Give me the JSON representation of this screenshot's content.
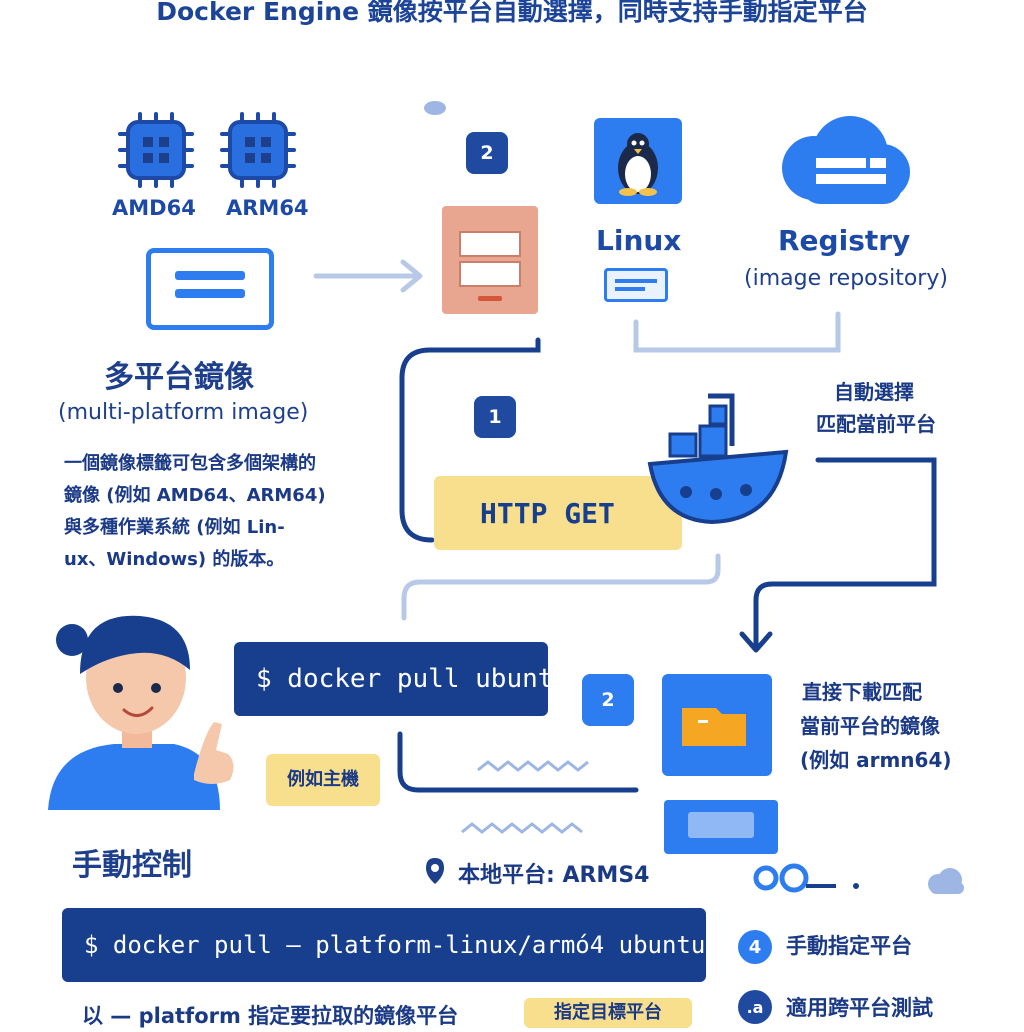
{
  "title": "Docker Engine 鏡像按平台自動選擇，同時支持手動指定平台",
  "chips": [
    {
      "label": "AMD64"
    },
    {
      "label": "ARM64"
    }
  ],
  "multi_platform": {
    "heading": "多平台鏡像",
    "subtitle": "(multi-platform image)",
    "desc_lines": [
      "一個鏡像標籤可包含多個架構的",
      "鏡像 (例如 AMD64、ARM64)",
      "與多種作業系統 (例如 Lin-",
      "ux、Windows) 的版本。"
    ]
  },
  "steps": {
    "step2_top": "2",
    "step1": "1",
    "step2_mid": "2",
    "step4": "4",
    "step_a": ".a"
  },
  "linux_label": "Linux",
  "registry": {
    "heading": "Registry",
    "subtitle": "(image repository)"
  },
  "http_get": "HTTP GET",
  "auto_select": [
    "自動選擇",
    "匹配當前平台"
  ],
  "cmd_pull": "$ docker pull ubuntu",
  "host_tag": "例如主機",
  "match_note": [
    "直接下載匹配",
    "當前平台的鏡像",
    "(例如 armn64)"
  ],
  "manual": {
    "heading": "手動控制",
    "platform_note": "本地平台: ARMS4",
    "cmd": "$ docker pull — platform-linux/armó4 ubuntu",
    "footer_left": "以 — platform 指定要拉取的鏡像平台",
    "footer_tag": "指定目標平台",
    "step4_text": "手動指定平台",
    "step_a_text": "適用跨平台測試"
  },
  "colors": {
    "navy": "#173f8e",
    "blue": "#2e7df0",
    "yellow": "#f7df8e",
    "salmon": "#e8a690",
    "light_line": "#b7c9e6"
  },
  "icons": [
    "cpu-chip-icon",
    "image-list-icon",
    "server-icon",
    "penguin-icon",
    "cloud-registry-icon",
    "docker-whale-icon",
    "person-icon",
    "location-pin-icon",
    "search-icon",
    "cloud-icon",
    "package-box-icon"
  ]
}
